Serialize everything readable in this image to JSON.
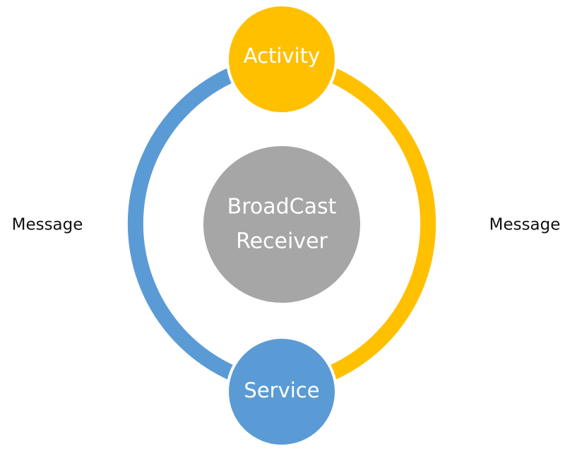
{
  "nodes": {
    "activity": {
      "label": "Activity"
    },
    "receiver": {
      "line1": "BroadCast",
      "line2": "Receiver"
    },
    "service": {
      "label": "Service"
    }
  },
  "messages": {
    "left": "Message",
    "right": "Message"
  },
  "colors": {
    "activity": "#FFC000",
    "service": "#5B9BD5",
    "receiver": "#A6A6A6",
    "left_arc": "#5B9BD5",
    "right_arc": "#FFC000"
  }
}
